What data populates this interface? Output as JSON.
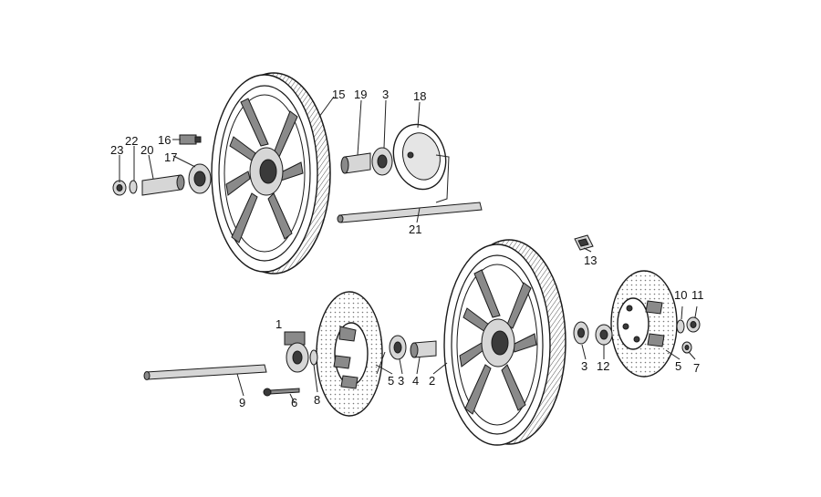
{
  "labels": {
    "p1": "1",
    "p2": "2",
    "p3a": "3",
    "p3b": "3",
    "p3c": "3",
    "p4": "4",
    "p5a": "5",
    "p5b": "5",
    "p6": "6",
    "p7": "7",
    "p8": "8",
    "p9": "9",
    "p10": "10",
    "p11": "11",
    "p12": "12",
    "p13": "13",
    "p15": "15",
    "p16": "16",
    "p17": "17",
    "p18": "18",
    "p19": "19",
    "p20": "20",
    "p21": "21",
    "p22": "22",
    "p23": "23"
  }
}
